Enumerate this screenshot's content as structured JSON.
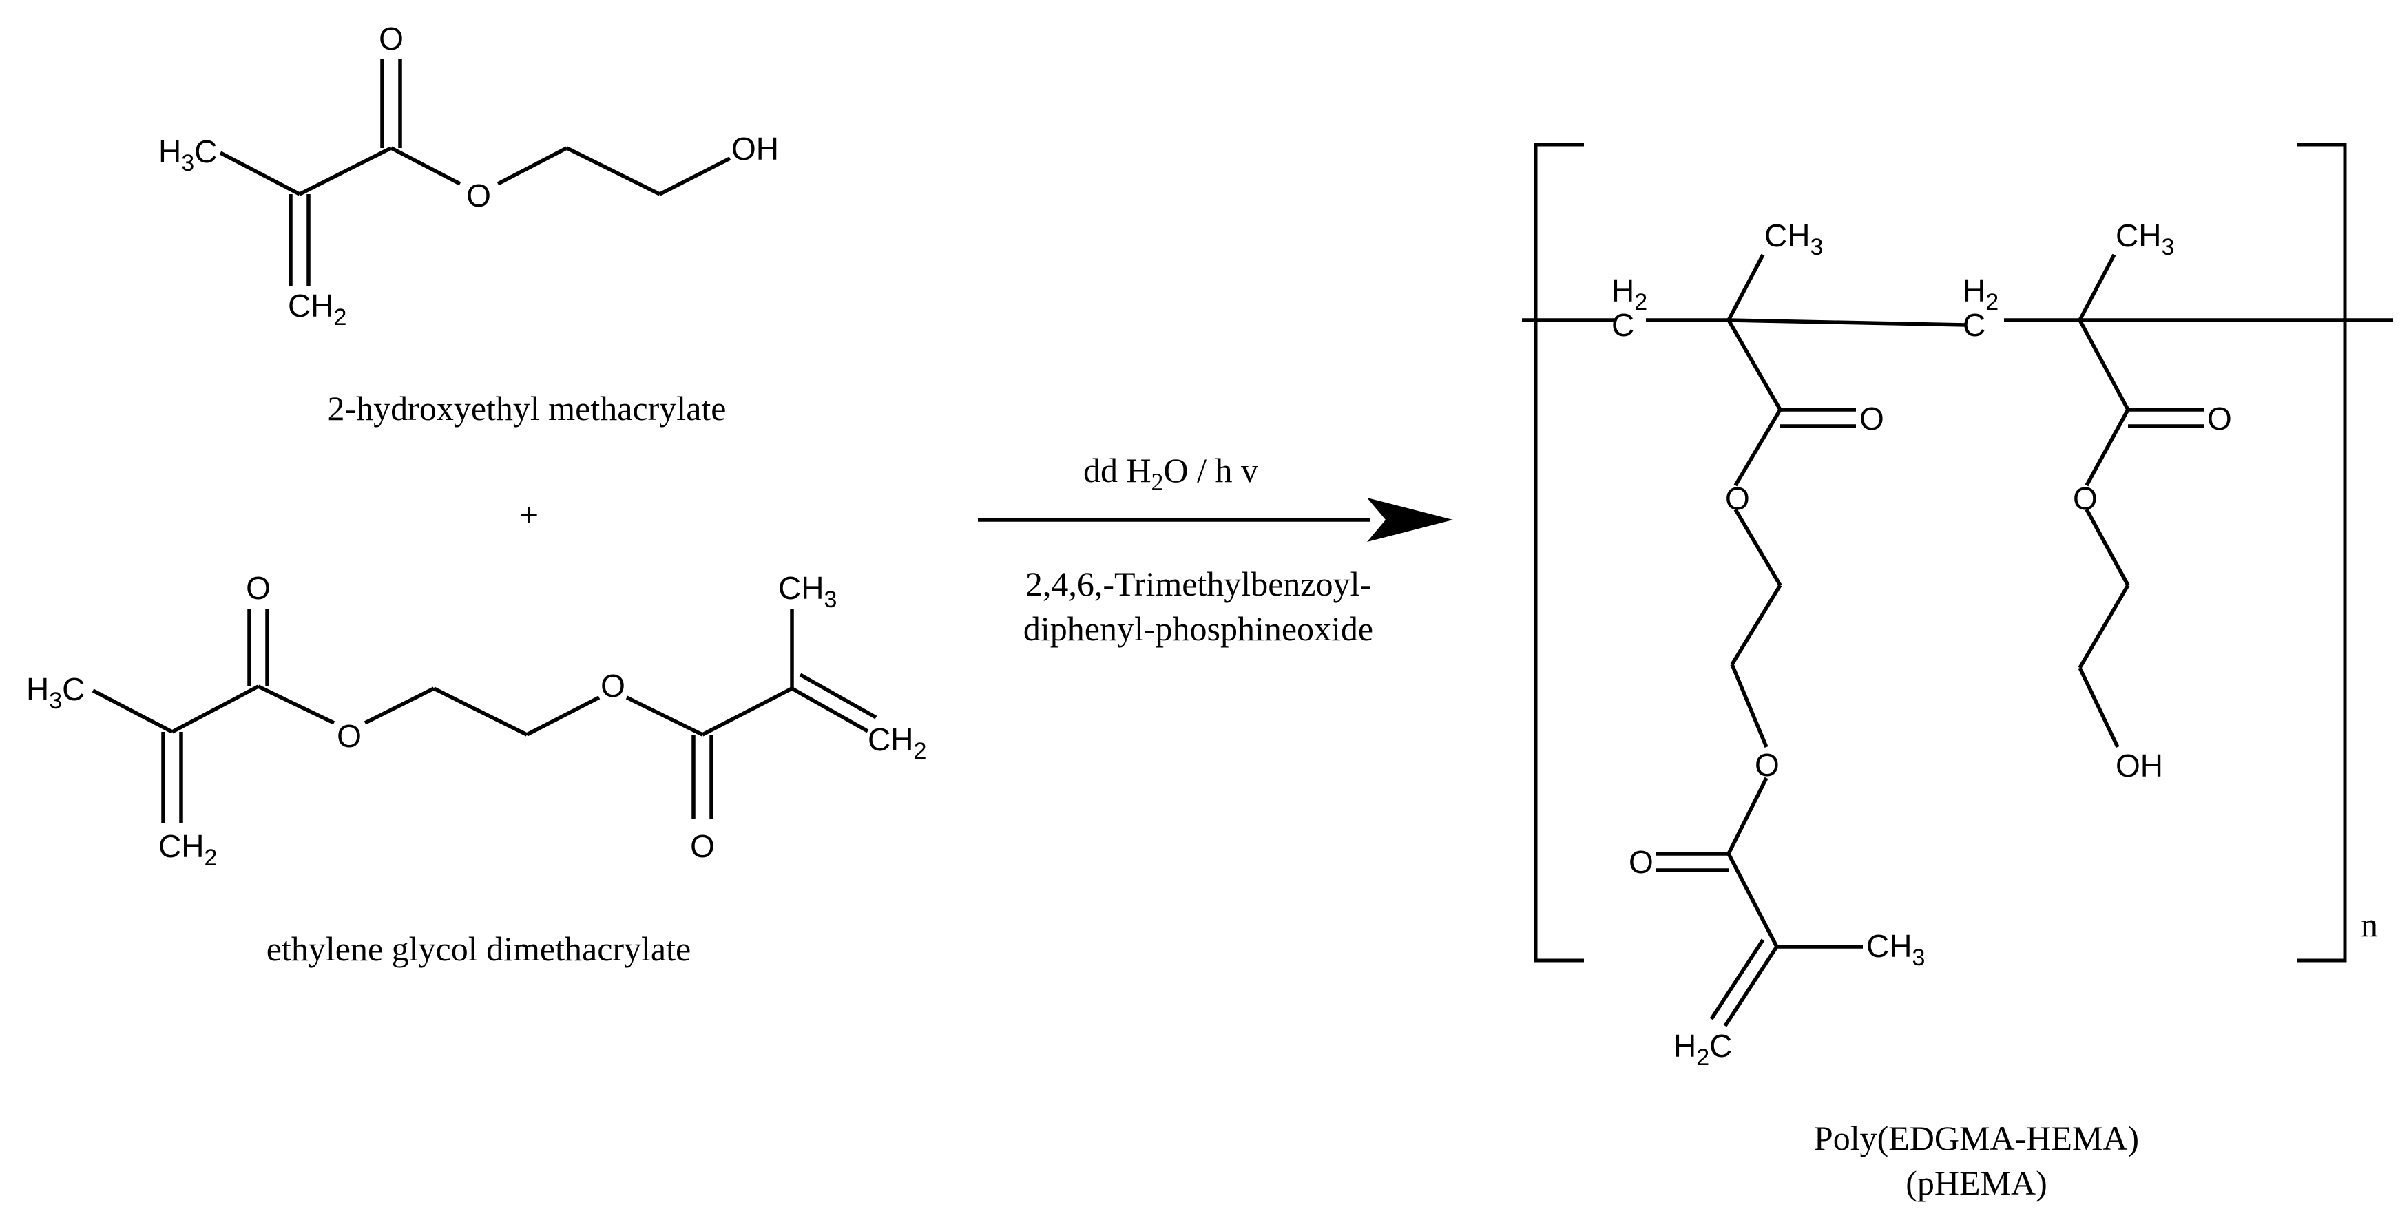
{
  "reactants": [
    {
      "name": "2-hydroxyethyl methacrylate"
    },
    {
      "name": "ethylene glycol dimethacrylate"
    }
  ],
  "plus_sign": "+",
  "conditions": {
    "above_prefix": "dd H",
    "above_sub": "2",
    "above_suffix": "O / h v",
    "below_line1": "2,4,6,-Trimethylbenzoyl-",
    "below_line2": "diphenyl-phosphineoxide"
  },
  "product": {
    "name_line1": "Poly(EDGMA-HEMA)",
    "name_line2": "(pHEMA)",
    "repeat_index": "n"
  },
  "atoms": {
    "o": "O",
    "oh": "OH",
    "h": "H",
    "c": "C",
    "ch": "CH",
    "sub2": "2",
    "sub3": "3"
  }
}
